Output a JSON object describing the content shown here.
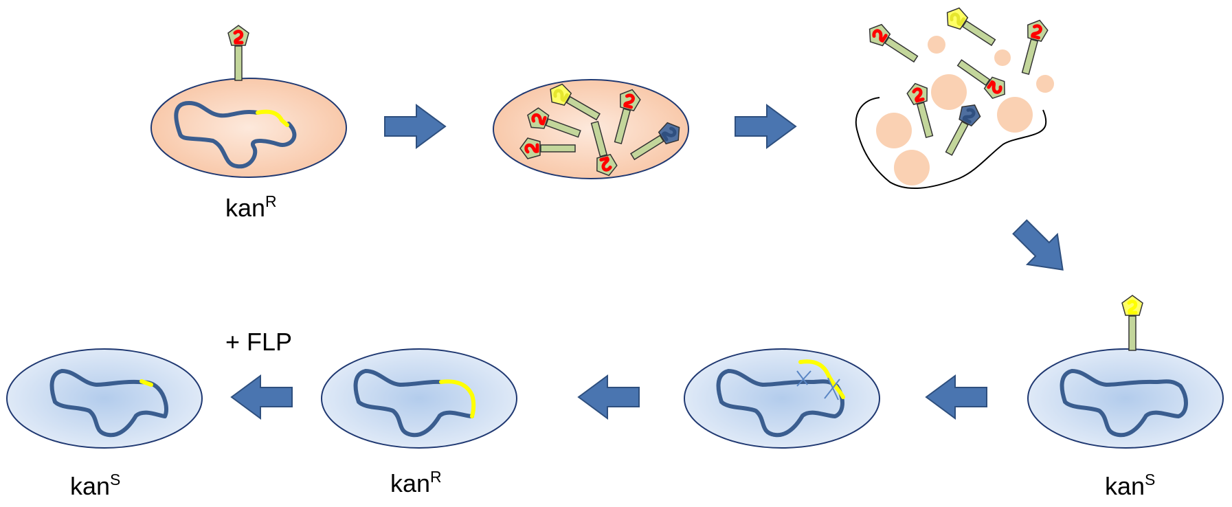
{
  "labels": {
    "cell1": {
      "base": "kan",
      "sup": "R"
    },
    "cell5": {
      "base": "kan",
      "sup": "S"
    },
    "cell6": {
      "base": "kan",
      "sup": "R"
    },
    "cell7": {
      "base": "kan",
      "sup": "S"
    },
    "flp": "+ FLP"
  },
  "colors": {
    "orange_cell": "#fbd6bd",
    "blue_cell": "#c4d8ef",
    "cell_outline": "#1f3871",
    "dna": "#3a5d8f",
    "marker": "#ffff00",
    "arrow": "#4a75b0",
    "arrow_outline": "#2e4f7e",
    "phage_tail": "#c3d69b",
    "capsid_red": "#ff0000",
    "capsid_yellow": "#ffff66",
    "capsid_blue": "#4f6f9f",
    "debris": "#fad1b3"
  }
}
